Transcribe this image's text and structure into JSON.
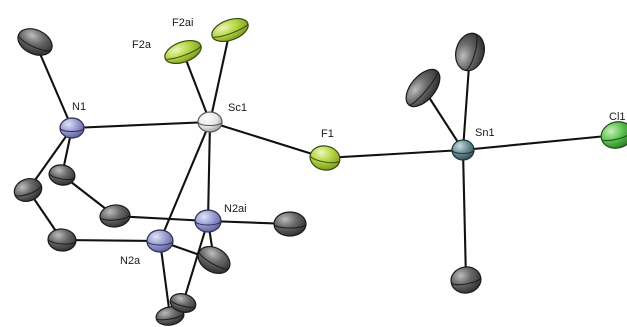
{
  "labels": {
    "sc1": "Sc1",
    "n1": "N1",
    "f2a": "F2a",
    "f2ai": "F2ai",
    "f1": "F1",
    "sn1": "Sn1",
    "cl1": "Cl1",
    "n2ai": "N2ai",
    "n2a": "N2a"
  },
  "element_colors": {
    "carbon": "#4a4a4a",
    "nitrogen": "#8c8fc8",
    "fluorine": "#a6c93a",
    "scandium": "#e8e8e8",
    "tin": "#5b7d86",
    "chlorine": "#4fb94b"
  }
}
